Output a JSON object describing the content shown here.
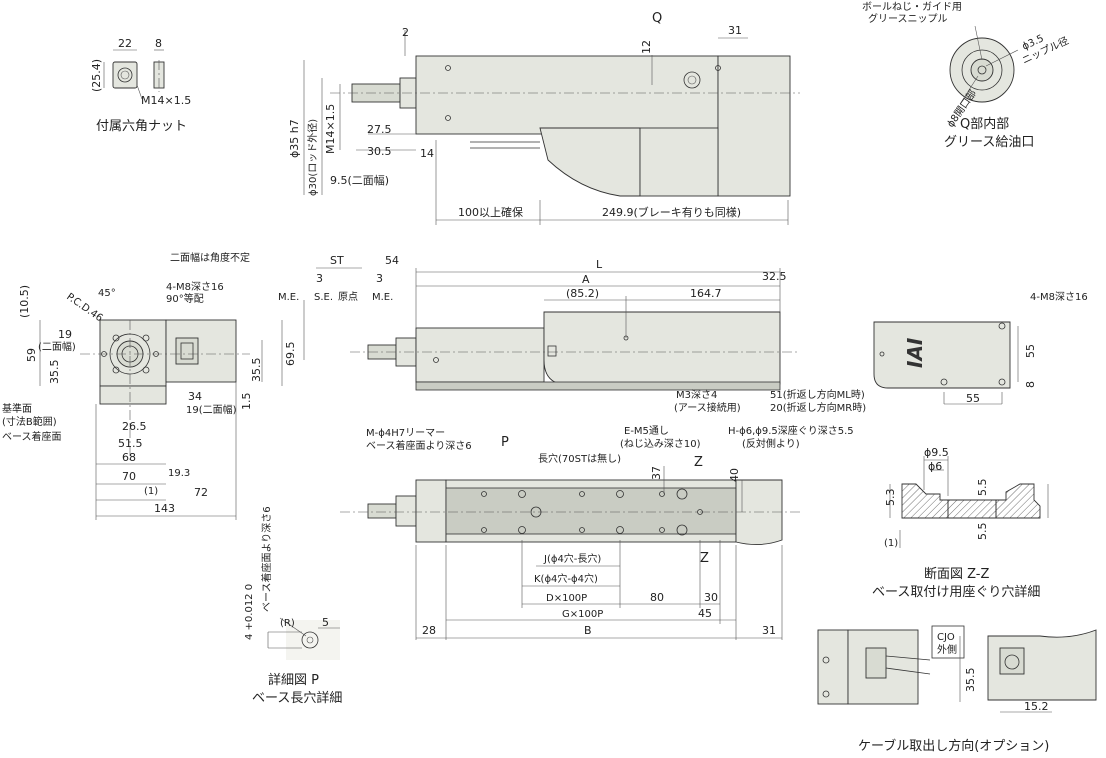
{
  "nut": {
    "d22": "22",
    "d8": "8",
    "d25_4": "(25.4)",
    "thread": "M14×1.5",
    "caption": "付属六角ナット"
  },
  "top_view": {
    "q_label": "Q",
    "d2": "2",
    "d31": "31",
    "d12": "12",
    "d35h7": "ϕ35 h7",
    "d30": "ϕ30(ロッド外径)",
    "m14": "M14×1.5",
    "d27_5": "27.5",
    "d30_5": "30.5",
    "d14": "14",
    "d9_5": "9.5(二面幅)",
    "d100": "100以上確保",
    "d249_9": "249.9(ブレーキ有りも同様)"
  },
  "grease": {
    "title1": "ボールねじ・ガイド用",
    "title2": "グリースニップル",
    "d3_5": "ϕ3.5",
    "nipple": "ニップル径",
    "d8open": "ϕ8開口部",
    "cap1": "Q部内部",
    "cap2": "グリース給油口"
  },
  "end_view": {
    "note1": "二面幅は角度不定",
    "m8": "4-M8深さ16",
    "pitch90": "90°等配",
    "pcd": "P.C.D.46",
    "angle45": "45°",
    "d10_5": "(10.5)",
    "d19": "19",
    "nimen": "(二面幅)",
    "d59": "59",
    "d35_5": "35.5",
    "d69_5": "69.5",
    "d35_5r": "35.5",
    "d1_5": "1.5",
    "d34": "34",
    "d19n": "19(二面幅)",
    "d26_5": "26.5",
    "d51_5": "51.5",
    "d68": "68",
    "d70": "70",
    "d1": "(1)",
    "d19_3": "19.3",
    "d72": "72",
    "d143": "143",
    "base1": "基準面",
    "base2": "(寸法B範囲)",
    "base3": "ベース着座面"
  },
  "side_view": {
    "st": "ST",
    "d54": "54",
    "me": "M.E.",
    "d3": "3",
    "se": "S.E.",
    "origin": "原点",
    "me2": "M.E.",
    "d3b": "3",
    "l": "L",
    "a": "A",
    "d32_5": "32.5",
    "d85_2": "(85.2)",
    "d164_7": "164.7",
    "m3": "M3深さ4",
    "earth": "(アース接続用)",
    "ml": "51(折返し方向ML時)",
    "mr": "20(折返し方向MR時)"
  },
  "right_view": {
    "m8": "4-M8深さ16",
    "d55v": "55",
    "d8": "8",
    "d55h": "55"
  },
  "bottom_view": {
    "ream1": "M-ϕ4H7リーマー",
    "ream2": "ベース着座面より深さ6",
    "p": "P",
    "slot": "長穴(70STは無し)",
    "e1": "E-M5通し",
    "e2": "(ねじ込み深さ10)",
    "h1": "H-ϕ6,ϕ9.5深座ぐり深さ5.5",
    "h2": "(反対側より)",
    "d37": "37",
    "z": "Z",
    "d40": "40",
    "z2": "Z",
    "j": "J(ϕ4穴-長穴)",
    "k": "K(ϕ4穴-ϕ4穴)",
    "d": "D×100P",
    "d80": "80",
    "d30": "30",
    "g": "G×100P",
    "d45": "45",
    "d28": "28",
    "b": "B",
    "d31": "31"
  },
  "detail_p": {
    "depth": "ベース着座面より深さ6",
    "tol": "4 +0.012 0",
    "r": "(R)",
    "d5": "5",
    "cap1": "詳細図 P",
    "cap2": "ベース長穴詳細"
  },
  "section_zz": {
    "d9_5": "ϕ9.5",
    "d6": "ϕ6",
    "d5_3": "5.3",
    "d5_5a": "5.5",
    "d5_5b": "5.5",
    "d1": "(1)",
    "cap1": "断面図 Z-Z",
    "cap2": "ベース取付け用座ぐり穴詳細"
  },
  "cable_option": {
    "cjo1": "CJO",
    "cjo2": "外側",
    "d35_5": "35.5",
    "d15_2": "15.2",
    "cap": "ケーブル取出し方向(オプション)"
  },
  "logo": "IAI"
}
